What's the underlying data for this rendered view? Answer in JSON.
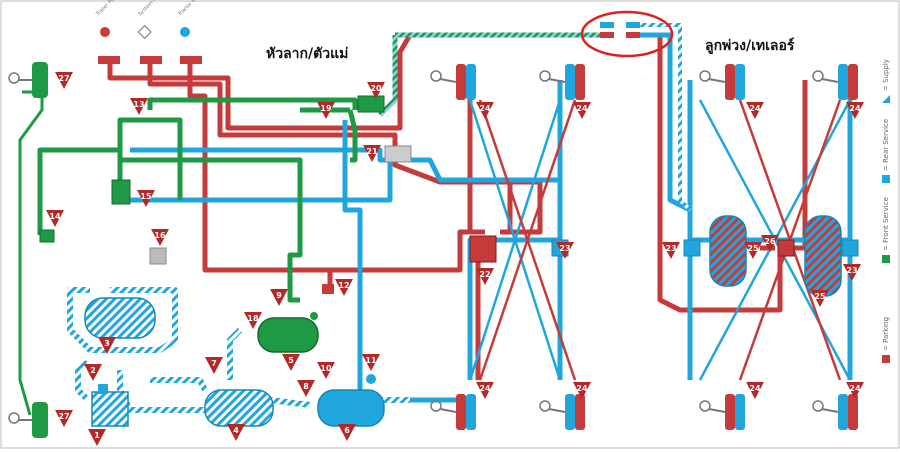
{
  "titles": {
    "tractor": "หัวลาก/ตัวแม่",
    "trailer": "ลูกพ่วง/เทเลอร์"
  },
  "top_controls": [
    "Trailer Park",
    "System Park",
    "Tractor Park"
  ],
  "legend": [
    {
      "label": "= Supply",
      "color": "#1fa7dd",
      "style": "half"
    },
    {
      "label": "= Rear Service",
      "color": "#1fa7dd",
      "style": "solid"
    },
    {
      "label": "= Front Service",
      "color": "#1f9a44",
      "style": "solid"
    },
    {
      "label": "= Parking",
      "color": "#c53a3a",
      "style": "solid"
    }
  ],
  "component_numbers": [
    "1",
    "2",
    "3",
    "4",
    "5",
    "6",
    "7",
    "8",
    "9",
    "9",
    "10",
    "11",
    "12",
    "13",
    "14",
    "15",
    "16",
    "18",
    "19",
    "20",
    "21",
    "22",
    "23",
    "23",
    "23",
    "24",
    "24",
    "24",
    "24",
    "24",
    "24",
    "24",
    "24",
    "25",
    "25",
    "26",
    "26",
    "27",
    "27"
  ],
  "colors": {
    "parking": "#c53a3a",
    "rear_service": "#1fa7dd",
    "front_service": "#1f9a44",
    "supply_hatch": "#8fd0ee",
    "marker": "#b52828",
    "highlight": "#e02020"
  }
}
